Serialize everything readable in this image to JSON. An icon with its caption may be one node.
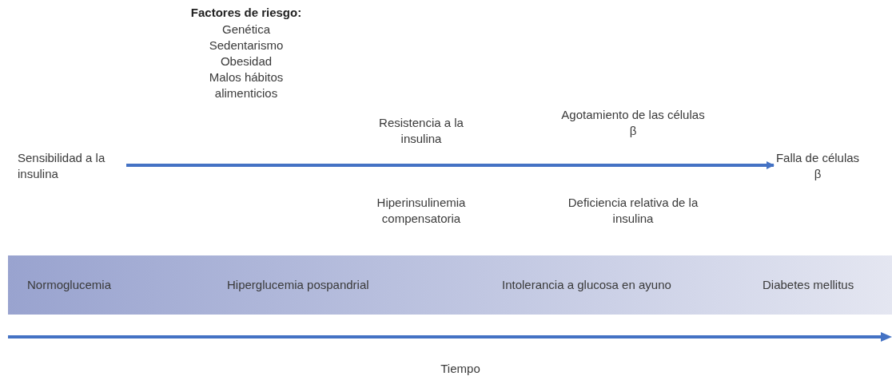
{
  "diagram": {
    "nodes": [
      {
        "text": [
          "Sensibilidad a la insulina"
        ]
      },
      {
        "text": [
          "Falla de células β"
        ]
      },
      {
        "text": [
          "Normoglucemia",
          "Hiperglucemia pospandrial",
          "Intolerancia a glucosa en ayuno",
          "Diabetes mellitus"
        ]
      }
    ],
    "edges": [
      {
        "from": 0,
        "to": 1,
        "arrow": "to"
      }
    ],
    "labels": [
      "Factores de riesgo:",
      "Genética",
      "Sedentarismo",
      "Obesidad",
      "Malos hábitos alimenticios",
      "Resistencia a la insulina",
      "Agotamiento de las células β",
      "Hiperinsulinemia compensatoria",
      "Deficiencia relativa de la insulina",
      "Tiempo"
    ]
  }
}
